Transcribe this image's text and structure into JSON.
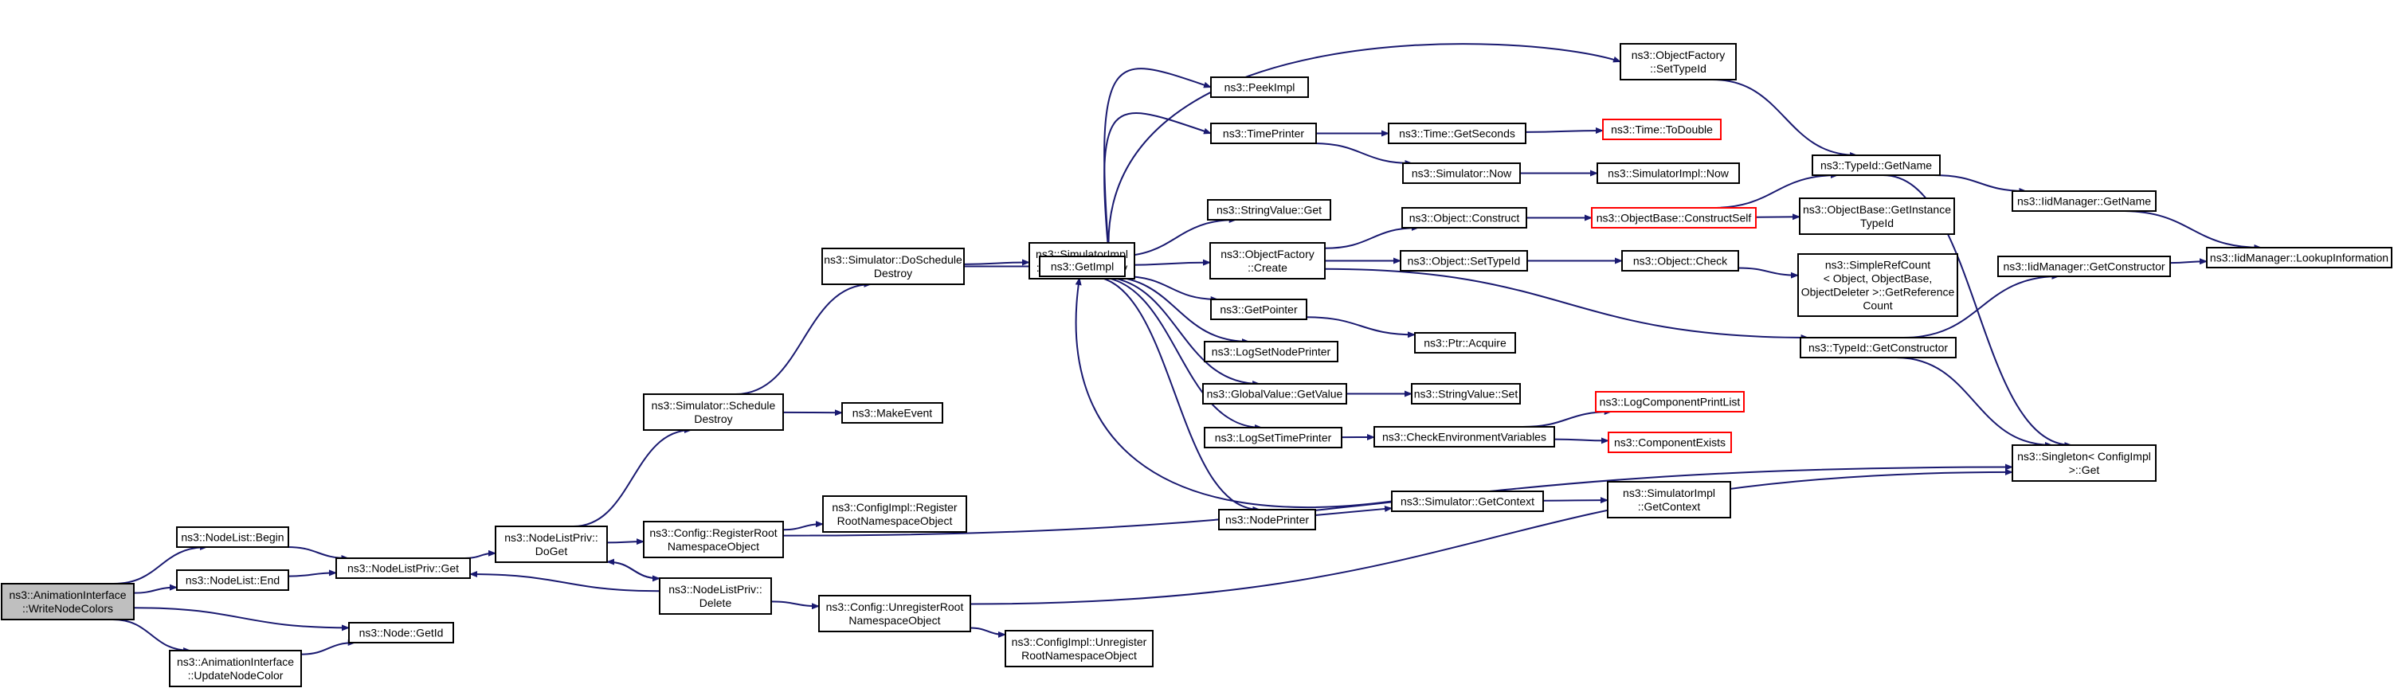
{
  "diagram": {
    "title": "",
    "colors": {
      "edge": "#191970",
      "node_border": "#000000",
      "node_border_incomplete": "#ff0000",
      "root_fill": "#bfbfbf",
      "node_fill": "#ffffff"
    },
    "nodes": [
      {
        "id": "n0",
        "lines": [
          "ns3::AnimationInterface",
          "::WriteNodeColors"
        ],
        "style": "root"
      },
      {
        "id": "n1",
        "lines": [
          "ns3::NodeList::Begin"
        ],
        "style": "normal"
      },
      {
        "id": "n2",
        "lines": [
          "ns3::NodeList::End"
        ],
        "style": "normal"
      },
      {
        "id": "n3",
        "lines": [
          "ns3::AnimationInterface",
          "::UpdateNodeColor"
        ],
        "style": "normal"
      },
      {
        "id": "n4",
        "lines": [
          "ns3::NodeListPriv::Get"
        ],
        "style": "normal"
      },
      {
        "id": "n5",
        "lines": [
          "ns3::Node::GetId"
        ],
        "style": "normal"
      },
      {
        "id": "n6",
        "lines": [
          "ns3::NodeListPriv::",
          "DoGet"
        ],
        "style": "normal"
      },
      {
        "id": "n7",
        "lines": [
          "ns3::NodeListPriv::",
          "Delete"
        ],
        "style": "normal"
      },
      {
        "id": "n8",
        "lines": [
          "ns3::Simulator::Schedule",
          "Destroy"
        ],
        "style": "normal"
      },
      {
        "id": "n9",
        "lines": [
          "ns3::Config::RegisterRoot",
          "NamespaceObject"
        ],
        "style": "normal"
      },
      {
        "id": "n10",
        "lines": [
          "ns3::Config::UnregisterRoot",
          "NamespaceObject"
        ],
        "style": "normal"
      },
      {
        "id": "n11",
        "lines": [
          "ns3::Simulator::DoSchedule",
          "Destroy"
        ],
        "style": "normal"
      },
      {
        "id": "n12",
        "lines": [
          "ns3::MakeEvent"
        ],
        "style": "normal"
      },
      {
        "id": "n13",
        "lines": [
          "ns3::ConfigImpl::Register",
          "RootNamespaceObject"
        ],
        "style": "normal"
      },
      {
        "id": "n14",
        "lines": [
          "ns3::ConfigImpl::Unregister",
          "RootNamespaceObject"
        ],
        "style": "normal"
      },
      {
        "id": "n15",
        "lines": [
          "ns3::SimulatorImpl",
          "::ScheduleDestroy"
        ],
        "style": "normal"
      },
      {
        "id": "n16",
        "lines": [
          "ns3::GetImpl"
        ],
        "style": "normal"
      },
      {
        "id": "n17",
        "lines": [
          "ns3::PeekImpl"
        ],
        "style": "normal"
      },
      {
        "id": "n18",
        "lines": [
          "ns3::TimePrinter"
        ],
        "style": "normal"
      },
      {
        "id": "n19",
        "lines": [
          "ns3::StringValue::Get"
        ],
        "style": "normal"
      },
      {
        "id": "n20",
        "lines": [
          "ns3::ObjectFactory",
          "::Create"
        ],
        "style": "normal"
      },
      {
        "id": "n21",
        "lines": [
          "ns3::GetPointer"
        ],
        "style": "normal"
      },
      {
        "id": "n22",
        "lines": [
          "ns3::LogSetNodePrinter"
        ],
        "style": "normal"
      },
      {
        "id": "n23",
        "lines": [
          "ns3::GlobalValue::GetValue"
        ],
        "style": "normal"
      },
      {
        "id": "n24",
        "lines": [
          "ns3::LogSetTimePrinter"
        ],
        "style": "normal"
      },
      {
        "id": "n25",
        "lines": [
          "ns3::NodePrinter"
        ],
        "style": "normal"
      },
      {
        "id": "n26",
        "lines": [
          "ns3::ObjectFactory",
          "::SetTypeId"
        ],
        "style": "normal"
      },
      {
        "id": "n27",
        "lines": [
          "ns3::Time::GetSeconds"
        ],
        "style": "normal"
      },
      {
        "id": "n28",
        "lines": [
          "ns3::Simulator::Now"
        ],
        "style": "normal"
      },
      {
        "id": "n29",
        "lines": [
          "ns3::Object::Construct"
        ],
        "style": "normal"
      },
      {
        "id": "n30",
        "lines": [
          "ns3::Object::SetTypeId"
        ],
        "style": "normal"
      },
      {
        "id": "n31",
        "lines": [
          "ns3::Ptr::Acquire"
        ],
        "style": "normal"
      },
      {
        "id": "n32",
        "lines": [
          "ns3::StringValue::Set"
        ],
        "style": "normal"
      },
      {
        "id": "n33",
        "lines": [
          "ns3::CheckEnvironmentVariables"
        ],
        "style": "normal"
      },
      {
        "id": "n34",
        "lines": [
          "ns3::Simulator::GetContext"
        ],
        "style": "normal"
      },
      {
        "id": "n35",
        "lines": [
          "ns3::Time::ToDouble"
        ],
        "style": "red"
      },
      {
        "id": "n36",
        "lines": [
          "ns3::SimulatorImpl::Now"
        ],
        "style": "normal"
      },
      {
        "id": "n37",
        "lines": [
          "ns3::ObjectBase::ConstructSelf"
        ],
        "style": "red"
      },
      {
        "id": "n38",
        "lines": [
          "ns3::Object::Check"
        ],
        "style": "normal"
      },
      {
        "id": "n39",
        "lines": [
          "ns3::LogComponentPrintList"
        ],
        "style": "red"
      },
      {
        "id": "n40",
        "lines": [
          "ns3::ComponentExists"
        ],
        "style": "red"
      },
      {
        "id": "n41",
        "lines": [
          "ns3::SimulatorImpl",
          "::GetContext"
        ],
        "style": "normal"
      },
      {
        "id": "n42",
        "lines": [
          "ns3::TypeId::GetName"
        ],
        "style": "normal"
      },
      {
        "id": "n43",
        "lines": [
          "ns3::ObjectBase::GetInstance",
          "TypeId"
        ],
        "style": "normal"
      },
      {
        "id": "n44",
        "lines": [
          "ns3::SimpleRefCount",
          "< Object, ObjectBase,",
          "ObjectDeleter >::GetReference",
          "Count"
        ],
        "style": "normal"
      },
      {
        "id": "n45",
        "lines": [
          "ns3::TypeId::GetConstructor"
        ],
        "style": "normal"
      },
      {
        "id": "n46",
        "lines": [
          "ns3::IidManager::GetName"
        ],
        "style": "normal"
      },
      {
        "id": "n47",
        "lines": [
          "ns3::IidManager::GetConstructor"
        ],
        "style": "normal"
      },
      {
        "id": "n48",
        "lines": [
          "ns3::Singleton< ConfigImpl",
          " >::Get"
        ],
        "style": "normal"
      },
      {
        "id": "n49",
        "lines": [
          "ns3::IidManager::LookupInformation"
        ],
        "style": "normal"
      }
    ]
  }
}
